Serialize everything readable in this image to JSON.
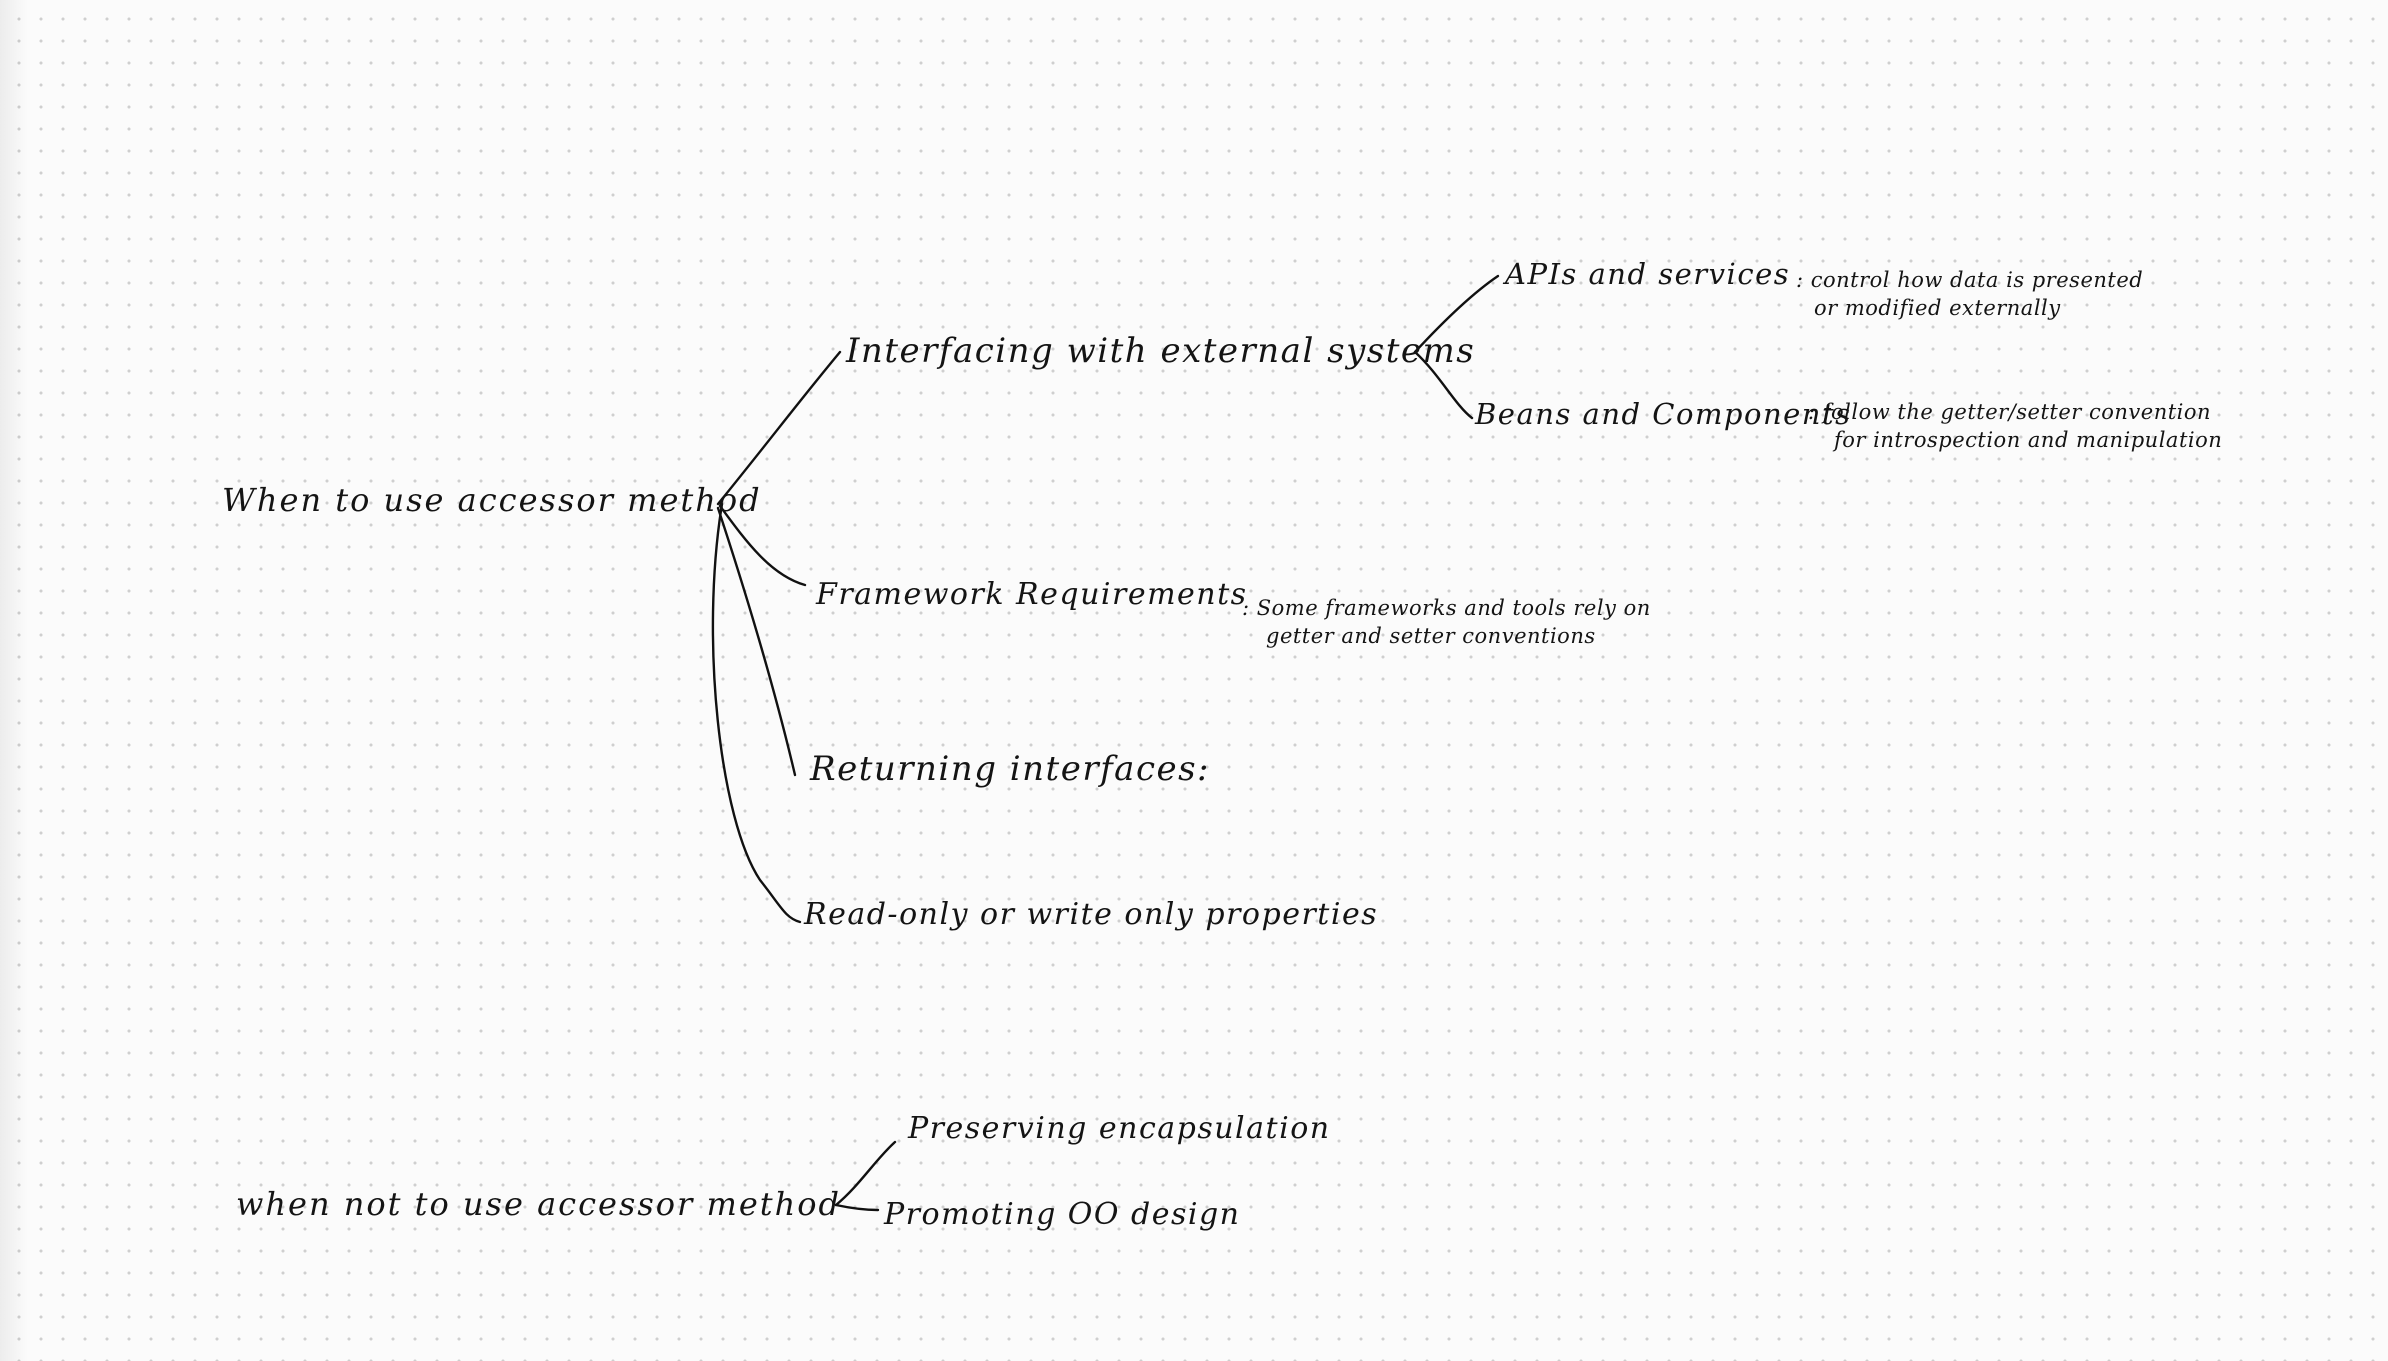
{
  "diagram": {
    "use": {
      "root": "When to use accessor method",
      "interfacing": "Interfacing with external systems",
      "apis": {
        "label": "APIs and services",
        "note_line1": ": control how data is presented",
        "note_line2": "or modified externally"
      },
      "beans": {
        "label": "Beans and Components",
        "note_line1": ": follow the getter/setter convention",
        "note_line2": "for introspection and manipulation"
      },
      "framework": {
        "label": "Framework Requirements",
        "note_line1": ": Some frameworks and tools rely on",
        "note_line2": "getter and setter conventions"
      },
      "returning": "Returning interfaces:",
      "readonly": "Read-only or write only properties"
    },
    "not_use": {
      "root": "when not to use accessor method",
      "preserving": "Preserving encapsulation",
      "promoting": "Promoting OO design"
    }
  }
}
